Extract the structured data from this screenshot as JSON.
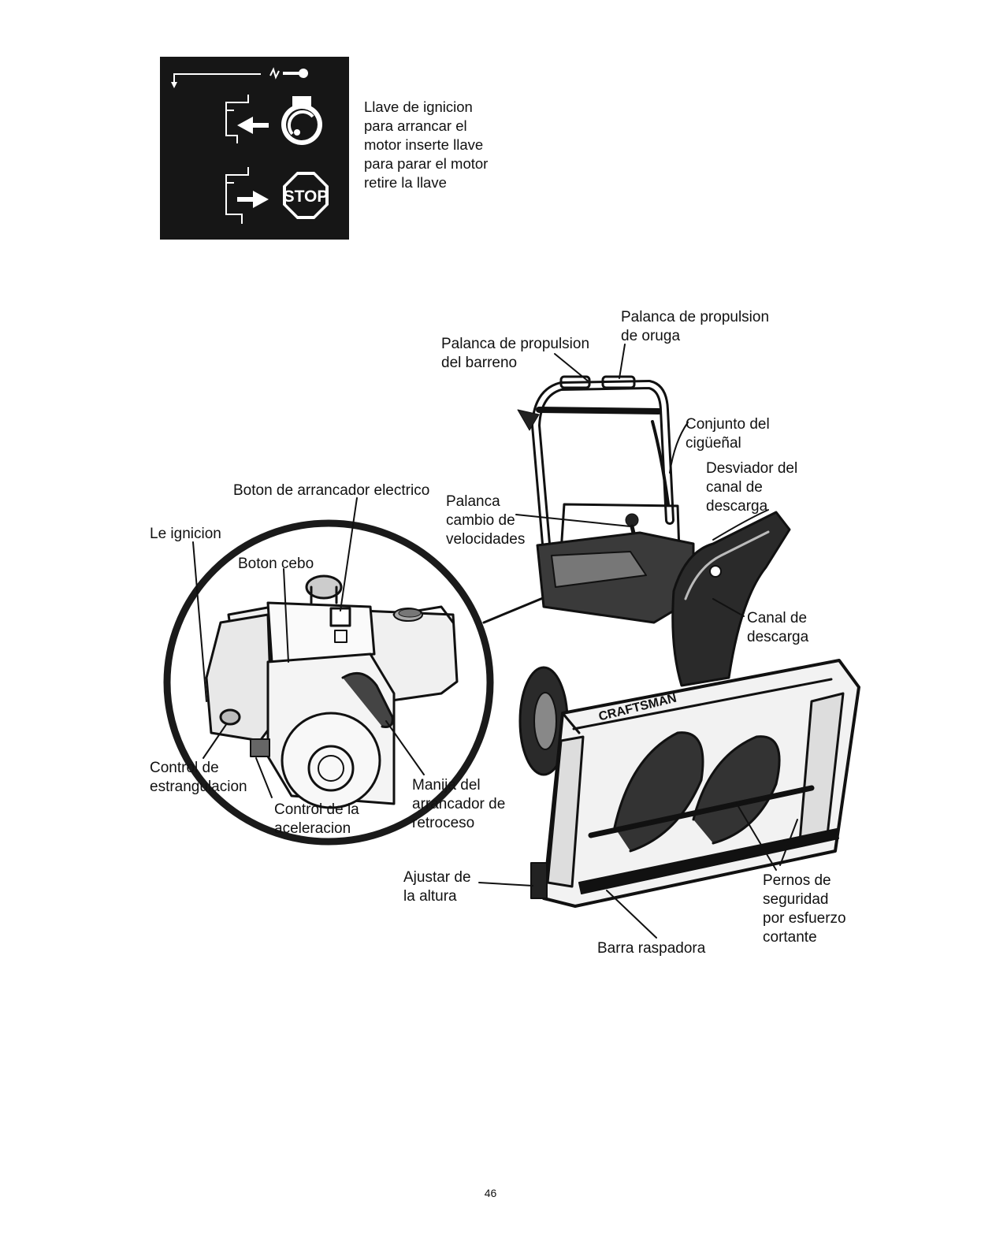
{
  "ignition_key_panel": {
    "stop_sign_text": "STOP",
    "description": "Llave de ignicion\npara arrancar el\nmotor inserte llave\npara parar el motor\nretire la llave"
  },
  "labels": {
    "auger_drive_lever": "Palanca de propulsion\ndel barreno",
    "traction_drive_lever": "Palanca de propulsion\nde oruga",
    "crank_assembly": "Conjunto del\ncigüeñal",
    "chute_deflector": "Desviador del\ncanal de\ndescarga",
    "electric_start_button": "Boton de arrancador electrico",
    "shift_lever": "Palanca\ncambio de\nvelocidades",
    "ignition": "Le ignicion",
    "primer_button": "Boton cebo",
    "discharge_chute": "Canal de\ndescarga",
    "choke_control": "Control de\nestrangulacion",
    "throttle_control": "Control de la\naceleracion",
    "recoil_starter_handle": "Manija del\narrancador de\nretroceso",
    "height_adjust": "Ajustar de\nla altura",
    "shear_bolts": "Pernos de\nseguridad\npor esfuerzo\ncortante",
    "scraper_bar": "Barra raspadora"
  },
  "housing_brand": "CRAFTSMAN",
  "page_number": "46"
}
